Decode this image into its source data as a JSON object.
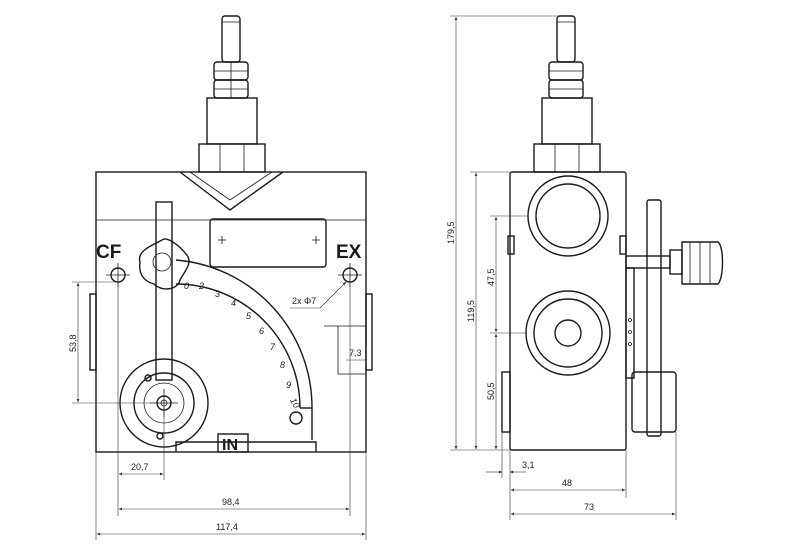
{
  "front_view": {
    "port_labels": {
      "cf": "CF",
      "ex": "EX",
      "in": "IN"
    },
    "hole_note": "2x Φ7",
    "scale_numbers": [
      "0",
      "2",
      "3",
      "4",
      "5",
      "6",
      "7",
      "8",
      "9",
      "10"
    ],
    "dimensions": {
      "height_53_8": "53,8",
      "depth_7_3": "7,3",
      "offset_20_7": "20,7",
      "width_98_4": "98,4",
      "width_117_4": "117,4"
    }
  },
  "side_view": {
    "dimensions": {
      "height_179_5": "179,5",
      "height_119_5": "119,5",
      "height_47_5": "47,5",
      "height_50_5": "50,5",
      "offset_3_1": "3,1",
      "width_48": "48",
      "width_73": "73"
    }
  }
}
